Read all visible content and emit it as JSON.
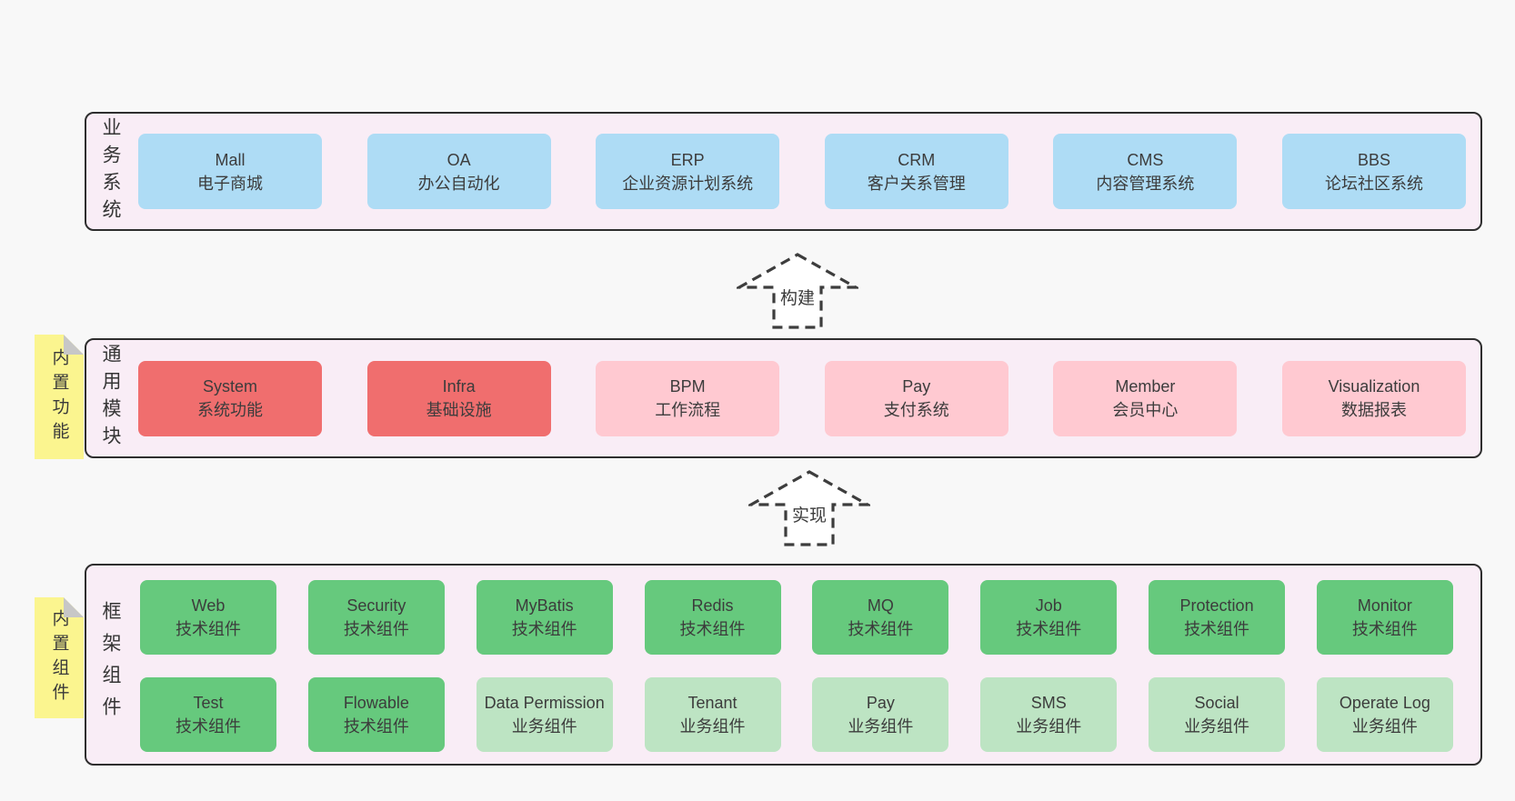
{
  "diagram": {
    "colors": {
      "page_bg": "#f8f8f8",
      "band_bg": "#f9edf6",
      "note_bg": "#fbf58f",
      "blue": "#aedcf5",
      "red": "#f06e6e",
      "pink": "#ffc9d1",
      "green": "#66c97d",
      "lightgreen": "#bde4c3"
    },
    "arrows": [
      {
        "label": "构建"
      },
      {
        "label": "实现"
      }
    ],
    "bands": {
      "business": {
        "label": "业务系统",
        "boxes": [
          {
            "name": "Mall",
            "desc": "电子商城",
            "variant": "blue"
          },
          {
            "name": "OA",
            "desc": "办公自动化",
            "variant": "blue"
          },
          {
            "name": "ERP",
            "desc": "企业资源计划系统",
            "variant": "blue"
          },
          {
            "name": "CRM",
            "desc": "客户关系管理",
            "variant": "blue"
          },
          {
            "name": "CMS",
            "desc": "内容管理系统",
            "variant": "blue"
          },
          {
            "name": "BBS",
            "desc": "论坛社区系统",
            "variant": "blue"
          }
        ]
      },
      "modules": {
        "label": "通用模块",
        "note": "内置功能",
        "boxes": [
          {
            "name": "System",
            "desc": "系统功能",
            "variant": "red"
          },
          {
            "name": "Infra",
            "desc": "基础设施",
            "variant": "red"
          },
          {
            "name": "BPM",
            "desc": "工作流程",
            "variant": "pink"
          },
          {
            "name": "Pay",
            "desc": "支付系统",
            "variant": "pink"
          },
          {
            "name": "Member",
            "desc": "会员中心",
            "variant": "pink"
          },
          {
            "name": "Visualization",
            "desc": "数据报表",
            "variant": "pink"
          }
        ]
      },
      "components": {
        "label": "框架组件",
        "note": "内置组件",
        "rows": [
          [
            {
              "name": "Web",
              "desc": "技术组件",
              "variant": "green"
            },
            {
              "name": "Security",
              "desc": "技术组件",
              "variant": "green"
            },
            {
              "name": "MyBatis",
              "desc": "技术组件",
              "variant": "green"
            },
            {
              "name": "Redis",
              "desc": "技术组件",
              "variant": "green"
            },
            {
              "name": "MQ",
              "desc": "技术组件",
              "variant": "green"
            },
            {
              "name": "Job",
              "desc": "技术组件",
              "variant": "green"
            },
            {
              "name": "Protection",
              "desc": "技术组件",
              "variant": "green"
            },
            {
              "name": "Monitor",
              "desc": "技术组件",
              "variant": "green"
            }
          ],
          [
            {
              "name": "Test",
              "desc": "技术组件",
              "variant": "green"
            },
            {
              "name": "Flowable",
              "desc": "技术组件",
              "variant": "green"
            },
            {
              "name": "Data Permission",
              "desc": "业务组件",
              "variant": "lightgreen"
            },
            {
              "name": "Tenant",
              "desc": "业务组件",
              "variant": "lightgreen"
            },
            {
              "name": "Pay",
              "desc": "业务组件",
              "variant": "lightgreen"
            },
            {
              "name": "SMS",
              "desc": "业务组件",
              "variant": "lightgreen"
            },
            {
              "name": "Social",
              "desc": "业务组件",
              "variant": "lightgreen"
            },
            {
              "name": "Operate Log",
              "desc": "业务组件",
              "variant": "lightgreen"
            }
          ]
        ]
      }
    }
  }
}
